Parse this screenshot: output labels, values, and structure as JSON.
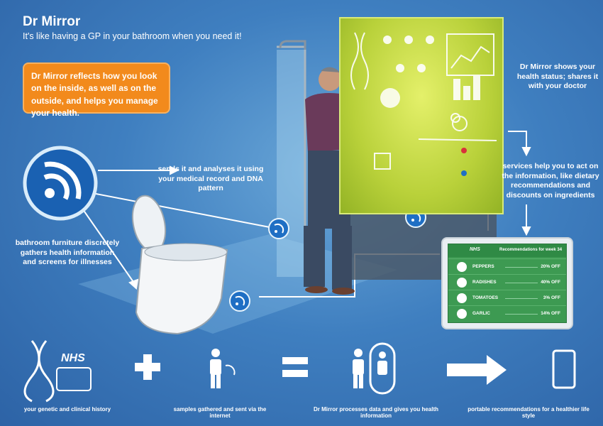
{
  "header": {
    "title": "Dr Mirror",
    "subtitle": "It's like having a GP in your bathroom when you need it!"
  },
  "callout": {
    "text": "Dr Mirror reflects how you look on the inside, as well as on the outside, and helps you manage your health."
  },
  "notes": {
    "sends": "sends it and analyses it using your medical record and DNA pattern",
    "furniture": "bathroom furniture discretely gathers health information and screens for illnesses",
    "status": "Dr Mirror shows your health status; shares it with your doctor",
    "services": "services help you to act on the information, like dietary recommendations and discounts on ingredients"
  },
  "tablet": {
    "logo": "NHS",
    "week_label": "Recommendations for week 34",
    "items": [
      {
        "name": "PEPPERS",
        "discount": "20% OFF",
        "icon": "pepper-icon"
      },
      {
        "name": "RADISHES",
        "discount": "40% OFF",
        "icon": "radish-icon"
      },
      {
        "name": "TOMATOES",
        "discount": "3% OFF",
        "icon": "tomato-icon"
      },
      {
        "name": "GARLIC",
        "discount": "14% OFF",
        "icon": "garlic-icon"
      }
    ]
  },
  "bottom": {
    "nhs_logo": "NHS",
    "label_1": "your genetic and clinical history",
    "label_2": "samples gathered and sent via the internet",
    "label_3": "Dr Mirror processes data and gives you health information",
    "label_4": "portable recommendations for a healthier life style"
  },
  "colors": {
    "accent_orange": "#f28a1c",
    "mirror_green": "#c7dc48",
    "signal_blue": "#1f6fc4"
  }
}
